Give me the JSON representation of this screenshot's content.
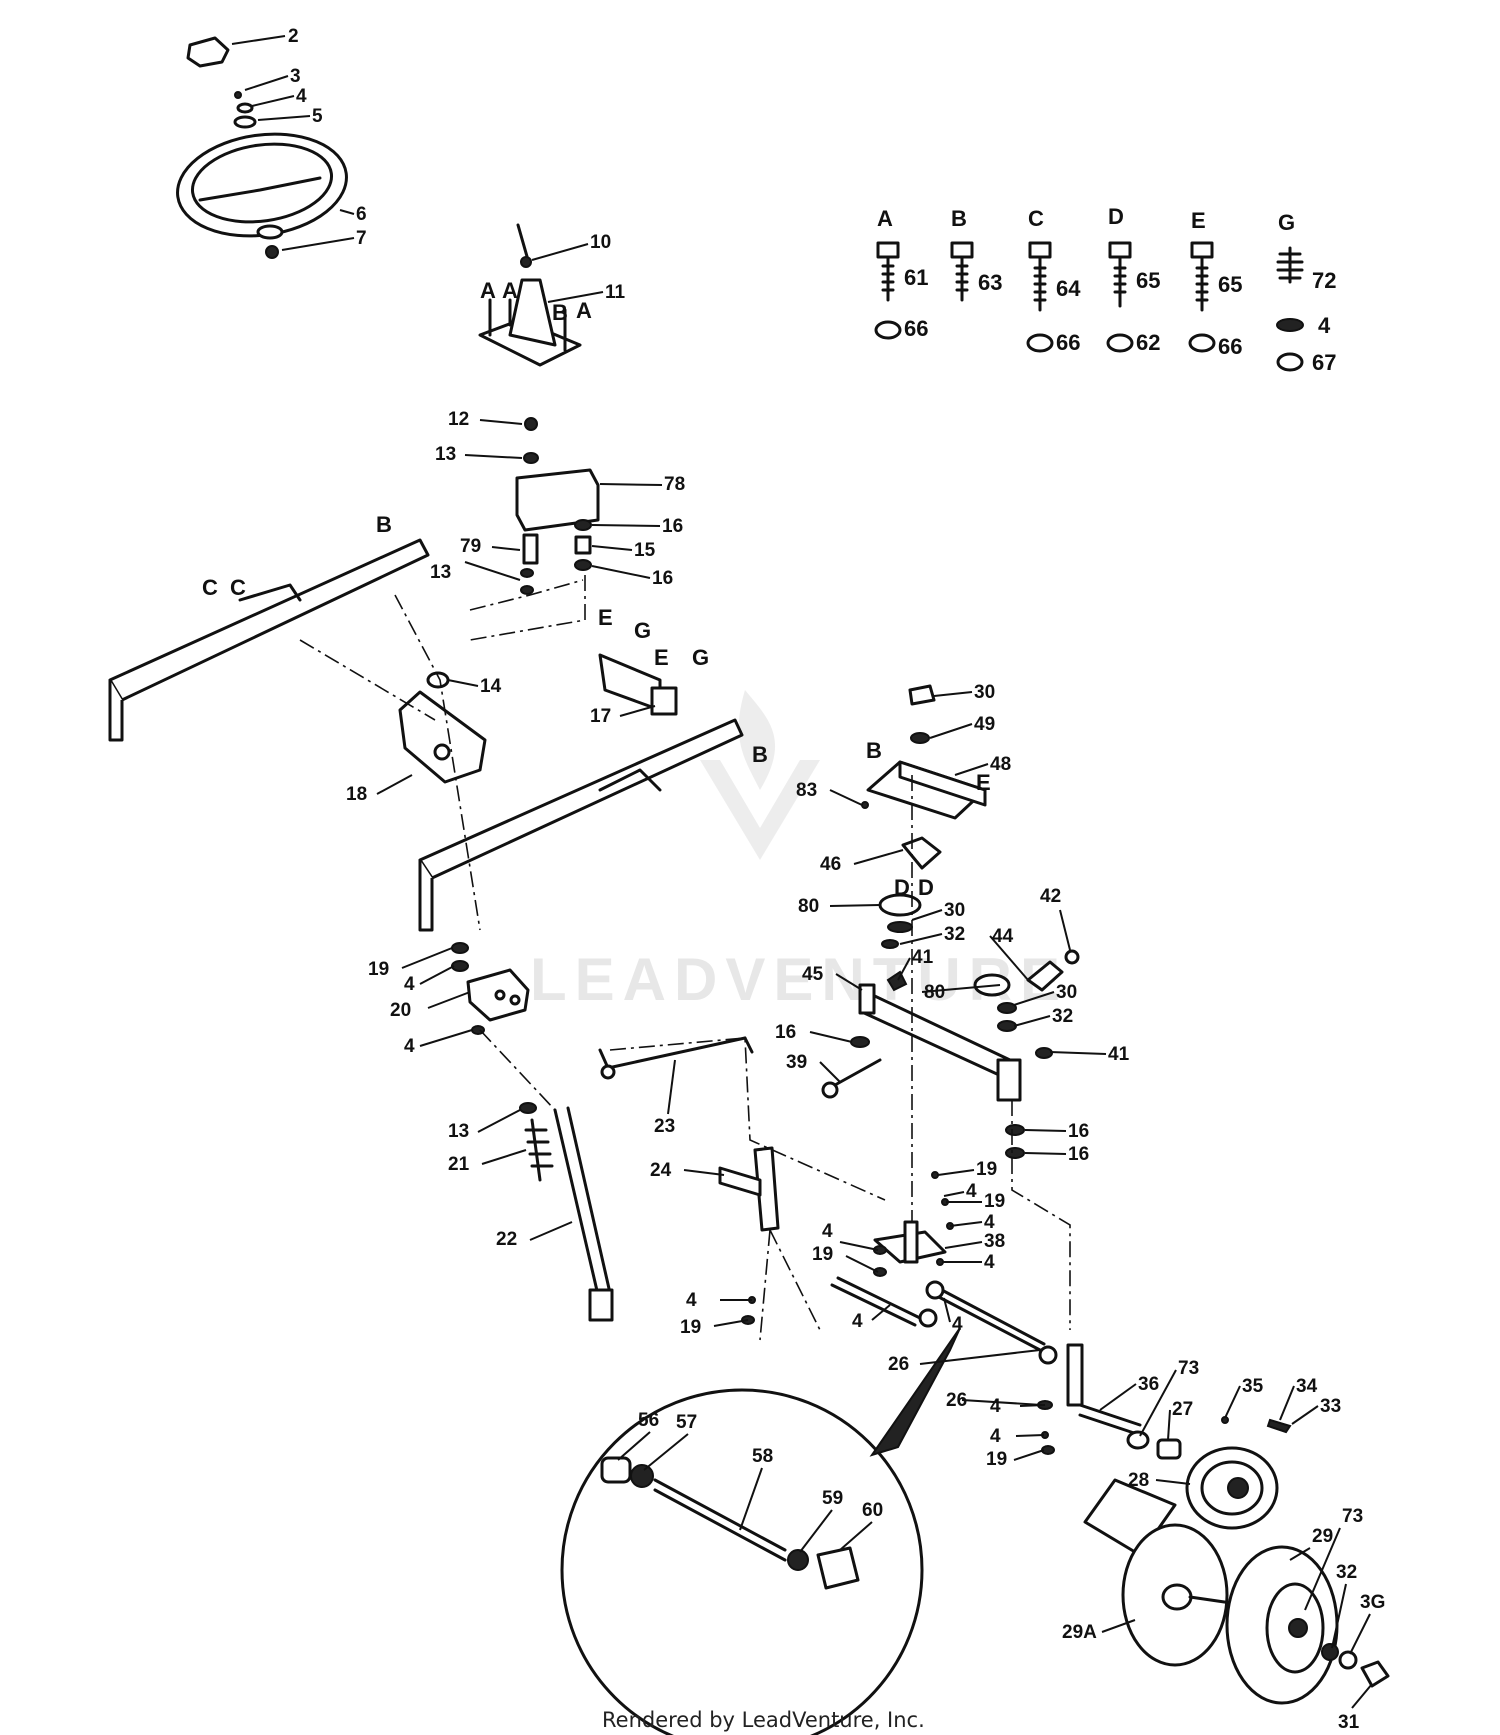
{
  "diagram": {
    "watermark": "LEADVENTURE",
    "credit": "Rendered by LeadVenture, Inc.",
    "hardware_columns": [
      {
        "letter": "A",
        "bolt": "61",
        "nut": "66"
      },
      {
        "letter": "B",
        "bolt": "63"
      },
      {
        "letter": "C",
        "bolt": "64",
        "nut": "66"
      },
      {
        "letter": "D",
        "bolt": "65",
        "nut": "62"
      },
      {
        "letter": "E",
        "bolt": "65",
        "nut": "66"
      },
      {
        "letter": "G",
        "bolt": "72",
        "washer": "4",
        "nut": "67"
      }
    ],
    "labels": [
      {
        "id": "2",
        "text": "2"
      },
      {
        "id": "3",
        "text": "3"
      },
      {
        "id": "4a",
        "text": "4"
      },
      {
        "id": "5",
        "text": "5"
      },
      {
        "id": "6",
        "text": "6"
      },
      {
        "id": "7",
        "text": "7"
      },
      {
        "id": "10",
        "text": "10"
      },
      {
        "id": "11",
        "text": "11"
      },
      {
        "id": "12",
        "text": "12"
      },
      {
        "id": "13a",
        "text": "13"
      },
      {
        "id": "78",
        "text": "78"
      },
      {
        "id": "16a",
        "text": "16"
      },
      {
        "id": "79",
        "text": "79"
      },
      {
        "id": "15",
        "text": "15"
      },
      {
        "id": "13b",
        "text": "13"
      },
      {
        "id": "16b",
        "text": "16"
      },
      {
        "id": "14",
        "text": "14"
      },
      {
        "id": "17",
        "text": "17"
      },
      {
        "id": "18",
        "text": "18"
      },
      {
        "id": "30a",
        "text": "30"
      },
      {
        "id": "49",
        "text": "49"
      },
      {
        "id": "48",
        "text": "48"
      },
      {
        "id": "83",
        "text": "83"
      },
      {
        "id": "46",
        "text": "46"
      },
      {
        "id": "80a",
        "text": "80"
      },
      {
        "id": "30b",
        "text": "30"
      },
      {
        "id": "42",
        "text": "42"
      },
      {
        "id": "32a",
        "text": "32"
      },
      {
        "id": "44",
        "text": "44"
      },
      {
        "id": "41a",
        "text": "41"
      },
      {
        "id": "45",
        "text": "45"
      },
      {
        "id": "80b",
        "text": "80"
      },
      {
        "id": "30c",
        "text": "30"
      },
      {
        "id": "32b",
        "text": "32"
      },
      {
        "id": "19a",
        "text": "19"
      },
      {
        "id": "4b",
        "text": "4"
      },
      {
        "id": "20",
        "text": "20"
      },
      {
        "id": "4c",
        "text": "4"
      },
      {
        "id": "16c",
        "text": "16"
      },
      {
        "id": "39",
        "text": "39"
      },
      {
        "id": "41b",
        "text": "41"
      },
      {
        "id": "23",
        "text": "23"
      },
      {
        "id": "13c",
        "text": "13"
      },
      {
        "id": "21",
        "text": "21"
      },
      {
        "id": "16d",
        "text": "16"
      },
      {
        "id": "16e",
        "text": "16"
      },
      {
        "id": "24",
        "text": "24"
      },
      {
        "id": "19b",
        "text": "19"
      },
      {
        "id": "4d",
        "text": "4"
      },
      {
        "id": "19c",
        "text": "19"
      },
      {
        "id": "4e",
        "text": "4"
      },
      {
        "id": "22",
        "text": "22"
      },
      {
        "id": "4f",
        "text": "4"
      },
      {
        "id": "38",
        "text": "38"
      },
      {
        "id": "19d",
        "text": "19"
      },
      {
        "id": "4g",
        "text": "4"
      },
      {
        "id": "4h",
        "text": "4"
      },
      {
        "id": "19e",
        "text": "19"
      },
      {
        "id": "4i",
        "text": "4"
      },
      {
        "id": "4j",
        "text": "4"
      },
      {
        "id": "26a",
        "text": "26"
      },
      {
        "id": "26b",
        "text": "26"
      },
      {
        "id": "73a",
        "text": "73"
      },
      {
        "id": "36",
        "text": "36"
      },
      {
        "id": "35",
        "text": "35"
      },
      {
        "id": "34",
        "text": "34"
      },
      {
        "id": "33",
        "text": "33"
      },
      {
        "id": "4k",
        "text": "4"
      },
      {
        "id": "27",
        "text": "27"
      },
      {
        "id": "4l",
        "text": "4"
      },
      {
        "id": "19f",
        "text": "19"
      },
      {
        "id": "28",
        "text": "28"
      },
      {
        "id": "56",
        "text": "56"
      },
      {
        "id": "57",
        "text": "57"
      },
      {
        "id": "58",
        "text": "58"
      },
      {
        "id": "59",
        "text": "59"
      },
      {
        "id": "60",
        "text": "60"
      },
      {
        "id": "73b",
        "text": "73"
      },
      {
        "id": "29",
        "text": "29"
      },
      {
        "id": "32c",
        "text": "32"
      },
      {
        "id": "36b",
        "text": "3G"
      },
      {
        "id": "29A",
        "text": "29A"
      },
      {
        "id": "31",
        "text": "31"
      }
    ],
    "ref_letters": [
      {
        "id": "A1",
        "text": "A"
      },
      {
        "id": "A2",
        "text": "A"
      },
      {
        "id": "B1",
        "text": "B"
      },
      {
        "id": "A3",
        "text": "A"
      },
      {
        "id": "B2",
        "text": "B"
      },
      {
        "id": "C1",
        "text": "C"
      },
      {
        "id": "C2",
        "text": "C"
      },
      {
        "id": "E1",
        "text": "E"
      },
      {
        "id": "G1",
        "text": "G"
      },
      {
        "id": "E2",
        "text": "E"
      },
      {
        "id": "G2",
        "text": "G"
      },
      {
        "id": "B3",
        "text": "B"
      },
      {
        "id": "B4",
        "text": "B"
      },
      {
        "id": "E3",
        "text": "E"
      },
      {
        "id": "D1",
        "text": "D"
      },
      {
        "id": "D2",
        "text": "D"
      }
    ]
  }
}
